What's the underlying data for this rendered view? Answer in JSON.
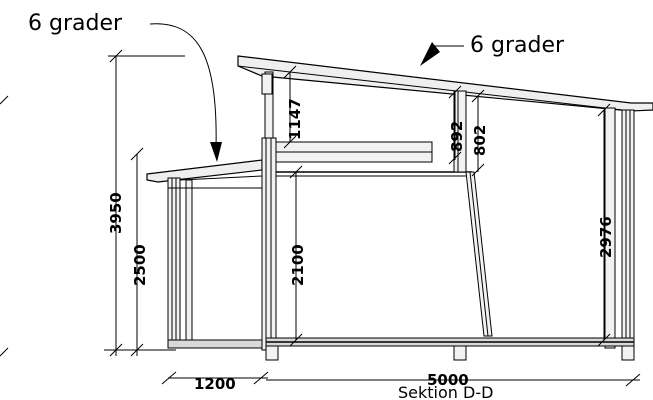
{
  "labels": {
    "left_roof_angle": "6 grader",
    "right_roof_angle": "6 grader",
    "section_title": "Sektion D-D"
  },
  "dimensions": {
    "overall_height": "3950",
    "small_wall_height": "2500",
    "ceiling_height_main": "2100",
    "upper_gap_left": "1147",
    "upper_gap_mid_a": "892",
    "upper_gap_mid_b": "802",
    "ceiling_height_right": "2976",
    "left_width": "1200",
    "main_width": "5000"
  },
  "colors": {
    "line": "#000000",
    "wall_fill": "#f2f2f2",
    "roof_fill": "#efefef",
    "floor_fill": "#d9d9d9"
  }
}
